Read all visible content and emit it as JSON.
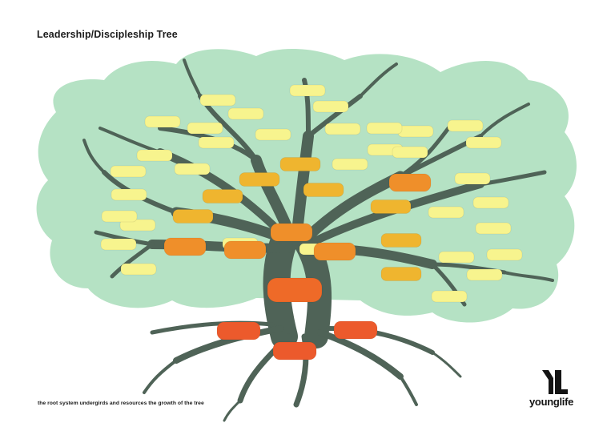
{
  "header": {
    "title": "Leadership/Discipleship Tree"
  },
  "footer": {
    "caption": "the root system undergirds and resources the growth of the tree"
  },
  "brand": {
    "name": "younglife",
    "icon": "younglife-logo-icon"
  },
  "colors": {
    "canopy": "#b5e2c4",
    "trunk": "#4f6357",
    "box_light": "#f7f48e",
    "box_amber": "#efb52f",
    "box_orange": "#ef8f2a",
    "box_deep": "#ee6a28",
    "box_red": "#ec5a2c"
  },
  "diagram": {
    "kind": "tree",
    "levels": [
      {
        "name": "leaves",
        "count": 34
      },
      {
        "name": "outer-branches",
        "count": 8
      },
      {
        "name": "inner-branches",
        "count": 5
      },
      {
        "name": "trunk",
        "count": 1
      },
      {
        "name": "roots",
        "count": 3
      }
    ]
  }
}
